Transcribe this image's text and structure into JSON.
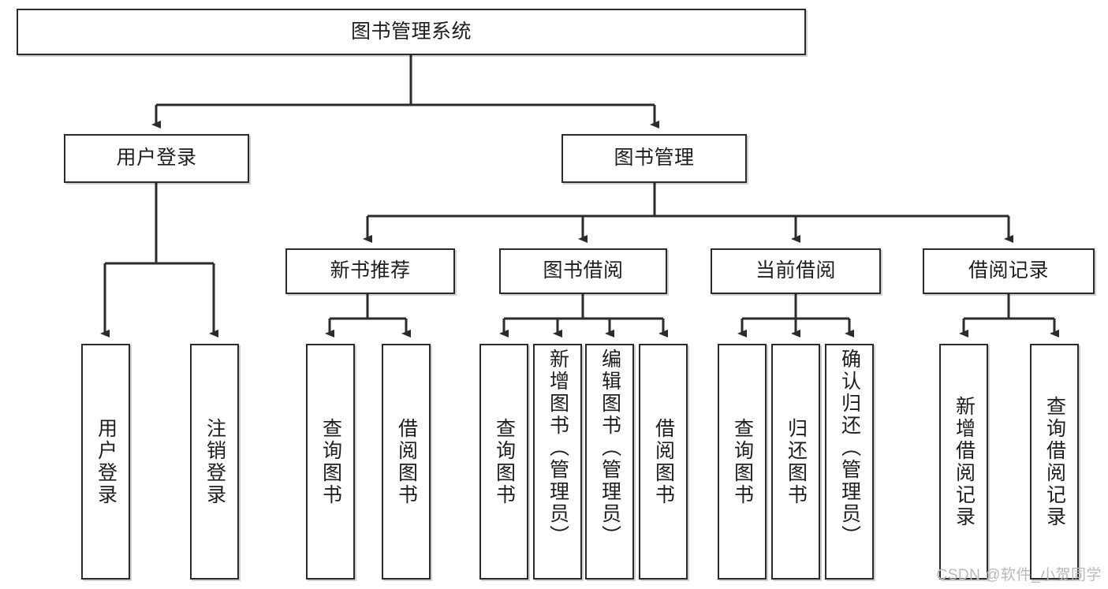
{
  "diagram": {
    "type": "tree-hierarchy-flowchart",
    "root": {
      "label": "图书管理系统"
    },
    "level2": [
      {
        "label": "用户登录"
      },
      {
        "label": "图书管理"
      }
    ],
    "level3": [
      {
        "label": "新书推荐"
      },
      {
        "label": "图书借阅"
      },
      {
        "label": "当前借阅"
      },
      {
        "label": "借阅记录"
      }
    ],
    "leaves": {
      "user_login": [
        {
          "label": "用户登录"
        },
        {
          "label": "注销登录"
        }
      ],
      "new_book_recommend": [
        {
          "label": "查询图书"
        },
        {
          "label": "借阅图书"
        }
      ],
      "book_borrow": [
        {
          "label": "查询图书"
        },
        {
          "label": "新增图书（管理员）"
        },
        {
          "label": "编辑图书（管理员）"
        },
        {
          "label": "借阅图书"
        }
      ],
      "current_borrow": [
        {
          "label": "查询图书"
        },
        {
          "label": "归还图书"
        },
        {
          "label": "确认归还（管理员）"
        }
      ],
      "borrow_record": [
        {
          "label": "新增借阅记录"
        },
        {
          "label": "查询借阅记录"
        }
      ]
    },
    "watermark": "CSDN @软件_小贺同学",
    "colors": {
      "border": "#2b2b2b",
      "text": "#1d1d1d",
      "background": "#ffffff",
      "watermark": "#b9b9b9"
    }
  }
}
